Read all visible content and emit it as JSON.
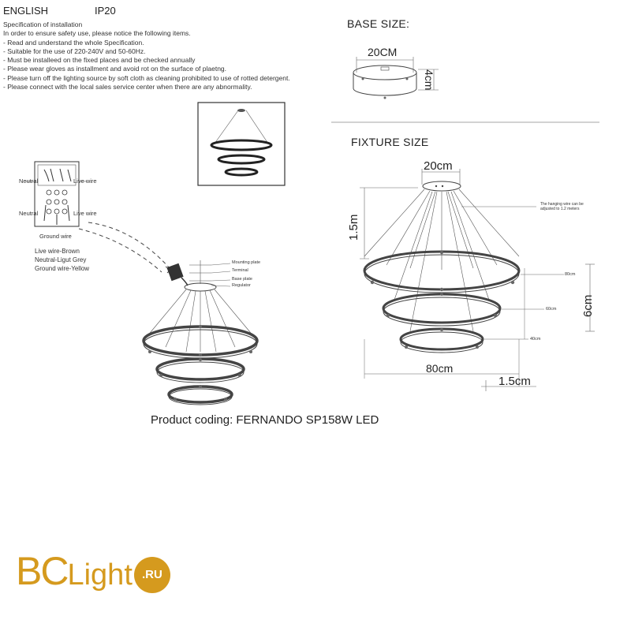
{
  "header": {
    "language": "ENGLISH",
    "ip_rating": "IP20"
  },
  "spec": {
    "title": "Specification of installation",
    "lines": [
      "In order to ensure safety use, please notice the following items.",
      "- Read and understand the whole Specification.",
      "- Suitable for the use of 220-240V and 50-60Hz.",
      "- Must be installeed on the fixed places and be checked annually",
      "- Please wear gloves as installment and avoid rot on the surface of plaetng.",
      "- Please turn off the lighting source by soft cloth as cleaning prohibited to use of rotted detergent.",
      "- Please connect with the local sales service center when there are any abnormality."
    ]
  },
  "base": {
    "title": "BASE SIZE:",
    "width": "20CM",
    "height": "4cm"
  },
  "fixture": {
    "title": "FIXTURE SIZE",
    "top_width": "20cm",
    "hang_height": "1.5m",
    "hanging_note": "The hanging wire can be adjusted to 1.2 meters",
    "ring1": "80cm",
    "ring2": "60cm",
    "ring3": "40cm",
    "total_height": "6cm",
    "bottom_width": "80cm",
    "thickness": "1.5cm"
  },
  "wiring": {
    "neutral_top": "Neutral",
    "live_top": "Live wire",
    "neutral_bottom": "Neutral",
    "live_bottom": "Live wire",
    "ground": "Ground wire",
    "legend": [
      "Live wire-Brown",
      "Neutral-Ligut Grey",
      "Ground wire-Yellow"
    ]
  },
  "mounting": {
    "labels": [
      "Mounting plate",
      "Terminal",
      "Base plate",
      "Regulator"
    ]
  },
  "product": {
    "coding": "Product coding: FERNANDO SP158W LED"
  },
  "logo": {
    "main": "BC",
    "sub": "Light",
    "badge": ".RU",
    "color": "#d59a1e"
  }
}
